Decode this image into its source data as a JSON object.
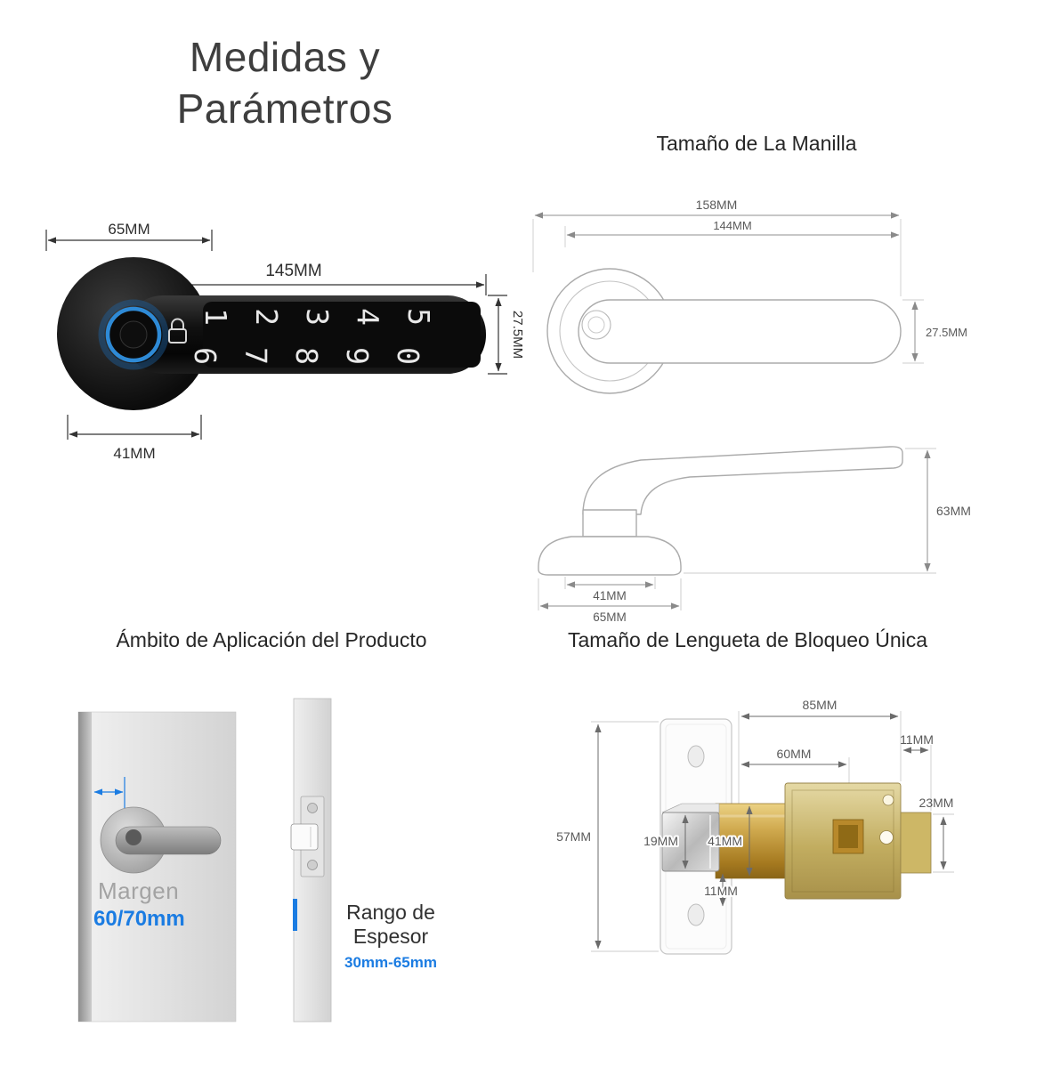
{
  "page": {
    "title_line1": "Medidas y",
    "title_line2": "Parámetros"
  },
  "sections": {
    "handle": "Tamaño de La Manilla",
    "application": "Ámbito de Aplicación del Producto",
    "latch": "Tamaño de Lengueta de Bloqueo Única"
  },
  "product": {
    "keypad": {
      "row1": [
        "1",
        "2",
        "3",
        "4",
        "5"
      ],
      "row2": [
        "6",
        "7",
        "8",
        "9",
        "0"
      ]
    },
    "icons": {
      "fingerprint": "fingerprint-ring-sensor",
      "lock": "padlock-outline"
    },
    "dims": {
      "top_width": "65MM",
      "length": "145MM",
      "lever_height": "27.5MM",
      "base_width": "41MM"
    }
  },
  "drawing": {
    "dims": {
      "total_length": "158MM",
      "lever_length": "144MM",
      "lever_height": "27.5MM",
      "handle_height": "63MM",
      "rose_inner": "41MM",
      "rose_outer": "65MM"
    }
  },
  "application": {
    "margin_label": "Margen",
    "margin_value": "60/70mm",
    "range_line1": "Rango de",
    "range_line2": "Espesor",
    "range_value": "30mm-65mm"
  },
  "latch": {
    "dims": {
      "total": "85MM",
      "tip": "11MM",
      "backset": "60MM",
      "case_height": "23MM",
      "faceplate": "57MM",
      "bolt_height": "19MM",
      "body": "41MM",
      "offset": "11MM"
    }
  },
  "colors": {
    "accent_blue": "#1b7ce2",
    "line_gray": "#8f8f8f",
    "dark_dim": "#333333"
  }
}
